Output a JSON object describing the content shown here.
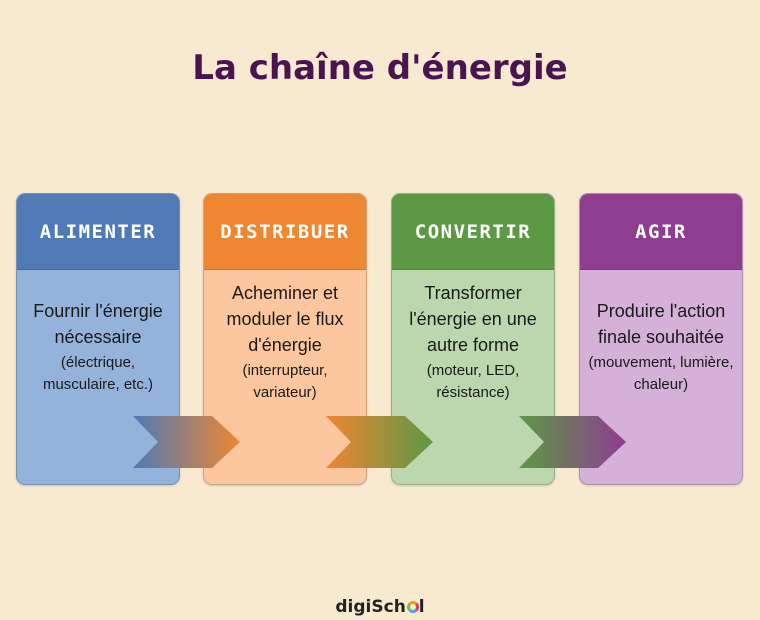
{
  "title": "La chaîne d'énergie",
  "logo": {
    "prefix": "digiSch",
    "suffix": "l"
  },
  "steps": [
    {
      "label": "ALIMENTER",
      "main": "Fournir l'énergie nécessaire",
      "sub": "(électrique, musculaire, etc.)",
      "header_color": "#4f7ab5",
      "body_color": "#94b3da"
    },
    {
      "label": "DISTRIBUER",
      "main": "Acheminer et moduler le flux d'énergie",
      "sub": "(interrupteur, variateur)",
      "header_color": "#ef8632",
      "body_color": "#fcc79e"
    },
    {
      "label": "CONVERTIR",
      "main": "Transformer l'énergie en une autre forme",
      "sub": "(moteur, LED, résistance)",
      "header_color": "#5d9845",
      "body_color": "#bcd7ad"
    },
    {
      "label": "AGIR",
      "main": "Produire l'action finale souhaitée",
      "sub": "(mouvement, lumière, chaleur)",
      "header_color": "#8e3d91",
      "body_color": "#d5b0d8"
    }
  ]
}
